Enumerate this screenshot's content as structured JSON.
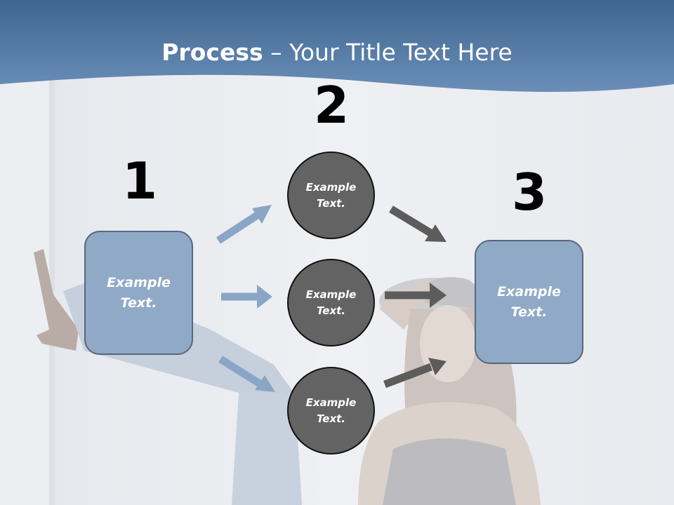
{
  "slide": {
    "title_bold": "Process",
    "title_rest": " – Your Title Text Here",
    "colors": {
      "header": "#4f76a0",
      "box_fill": "#90a9c7",
      "box_border": "#56677d",
      "circle_fill": "#636363",
      "blue_arrow": "#8aa6c6",
      "dark_arrow": "#5c5c5c"
    }
  },
  "steps": [
    {
      "number": "1",
      "box_text": "Example Text."
    },
    {
      "number": "2"
    },
    {
      "number": "3",
      "box_text": "Example Text."
    }
  ],
  "circles": [
    {
      "text": "Example Text."
    },
    {
      "text": "Example Text."
    },
    {
      "text": "Example Text."
    }
  ]
}
